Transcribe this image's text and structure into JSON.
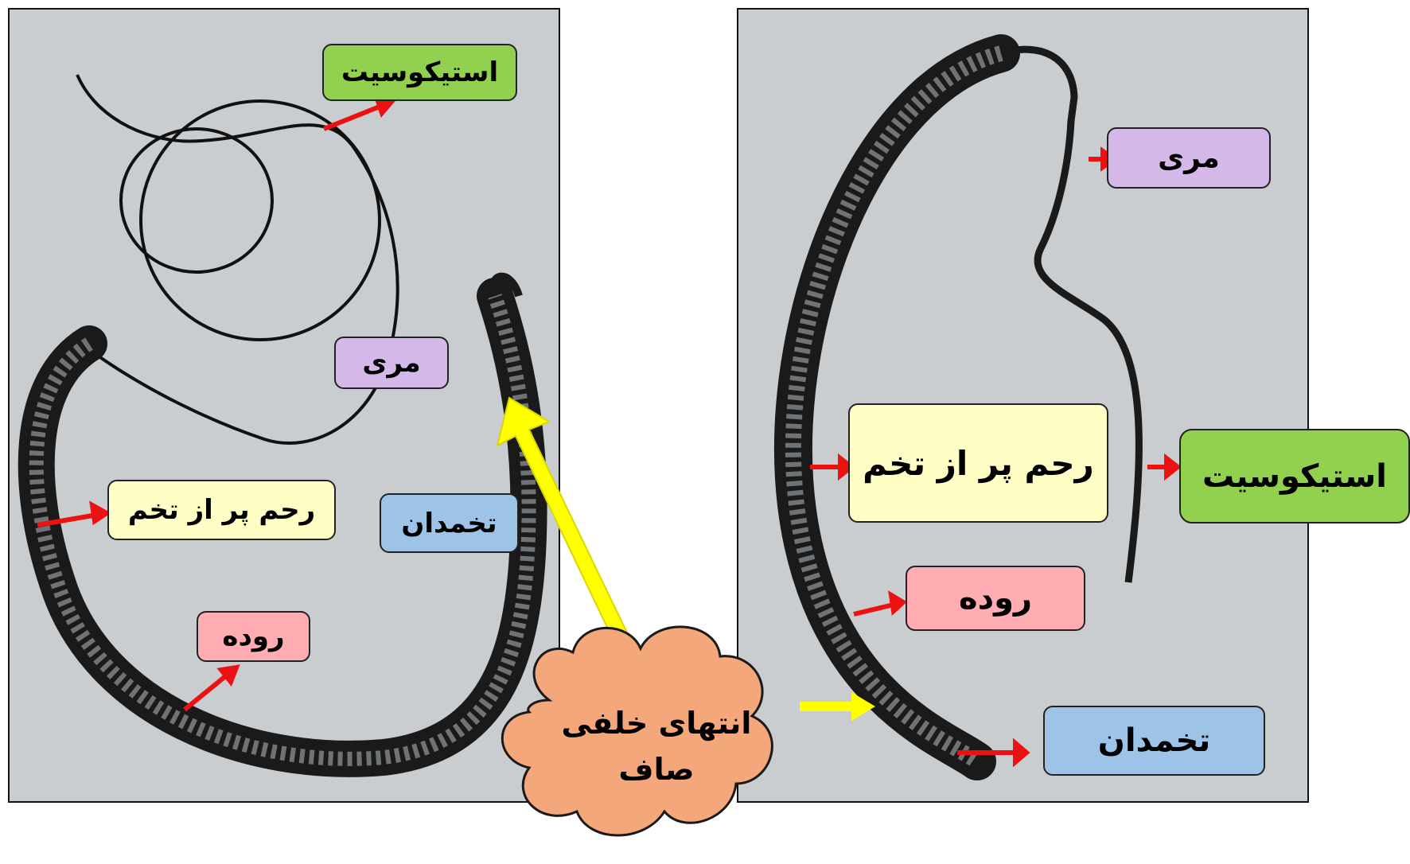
{
  "left_panel": {
    "labels": {
      "stichocyte": "استیکوسیت",
      "esophagus": "مری",
      "uterus": "رحم پر از تخم",
      "ovary": "تخمدان",
      "intestine": "روده"
    }
  },
  "right_panel": {
    "labels": {
      "esophagus": "مری",
      "uterus": "رحم پر از تخم",
      "stichocyte": "استیکوسیت",
      "intestine": "روده",
      "ovary": "تخمدان"
    }
  },
  "callout": {
    "line1": "انتهای خلفی",
    "line2": "صاف"
  },
  "colors": {
    "green": "#92d050",
    "purple": "#d5b8ea",
    "yellow": "#ffffc5",
    "blue": "#9dc3e6",
    "pink": "#ffacb2",
    "cloud": "#f4a77a",
    "red_arrow": "#ee1111",
    "yellow_arrow": "#ffff00"
  }
}
